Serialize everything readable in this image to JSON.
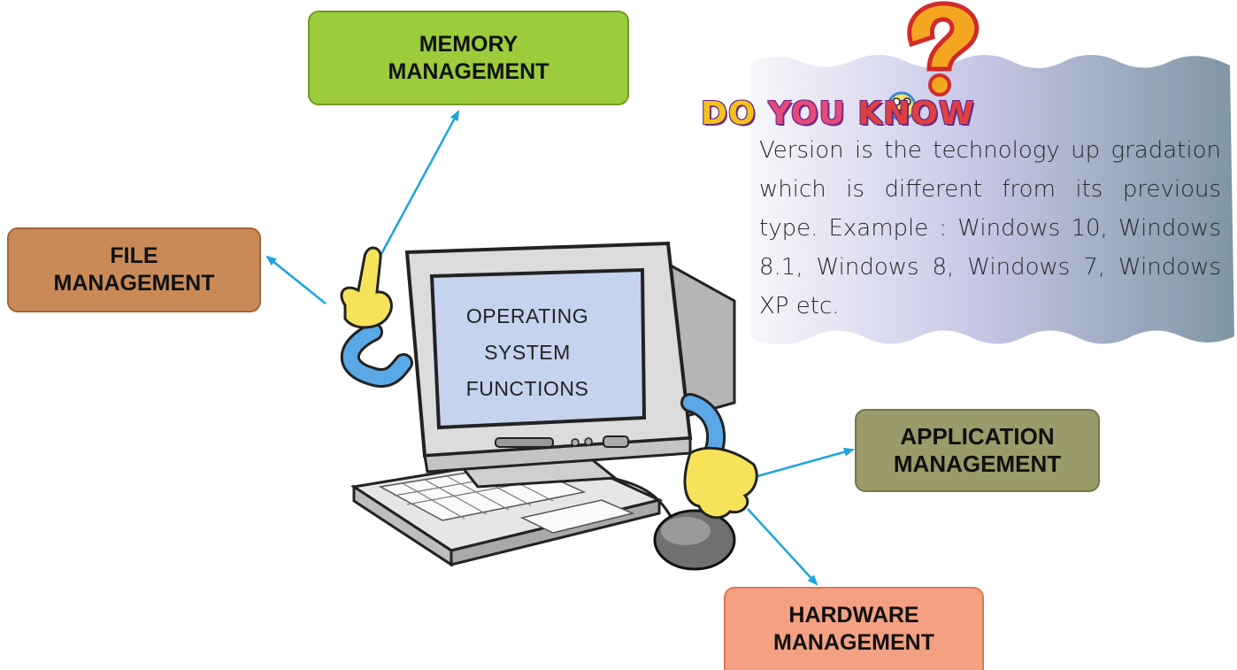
{
  "diagram": {
    "center_label": [
      "OPERATING",
      "SYSTEM",
      "FUNCTIONS"
    ],
    "nodes": {
      "memory": [
        "MEMORY",
        "MANAGEMENT"
      ],
      "file": [
        "FILE",
        "MANAGEMENT"
      ],
      "application": [
        "APPLICATION",
        "MANAGEMENT"
      ],
      "hardware": [
        "HARDWARE",
        "MANAGEMENT"
      ]
    },
    "colors": {
      "memory": "#9ccc3c",
      "file": "#c98a58",
      "application": "#9a9a6a",
      "hardware": "#f4a083",
      "arrow": "#1ca4e0"
    }
  },
  "do_you_know": {
    "title_words": [
      "DO",
      "YOU",
      "KNOW"
    ],
    "icon": "question-mark-icon",
    "text": "Version is the technology up gradation which is different from its previous type. Example : Windows 10, Windows 8.1, Windows 8, Windows 7, Windows XP etc."
  }
}
